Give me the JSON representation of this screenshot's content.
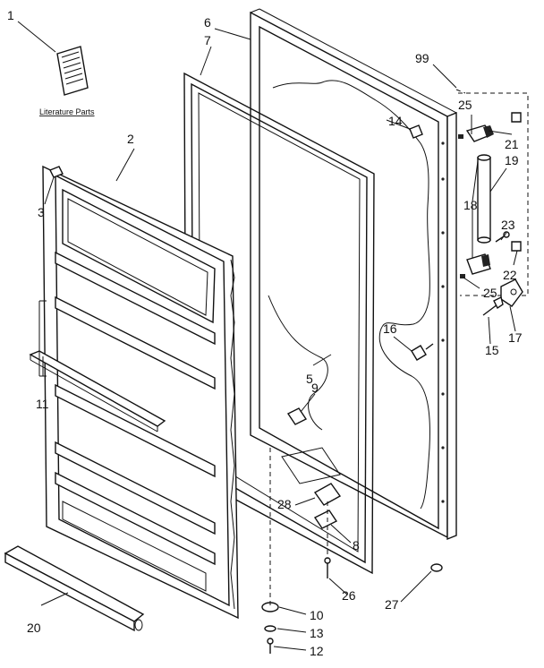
{
  "diagram": {
    "literature_label": "Literature Parts",
    "callouts": [
      {
        "id": "c1",
        "text": "1"
      },
      {
        "id": "c2",
        "text": "2"
      },
      {
        "id": "c3",
        "text": "3"
      },
      {
        "id": "c5",
        "text": "5"
      },
      {
        "id": "c6",
        "text": "6"
      },
      {
        "id": "c7",
        "text": "7"
      },
      {
        "id": "c8",
        "text": "8"
      },
      {
        "id": "c9",
        "text": "9"
      },
      {
        "id": "c10",
        "text": "10"
      },
      {
        "id": "c11",
        "text": "11"
      },
      {
        "id": "c12",
        "text": "12"
      },
      {
        "id": "c13",
        "text": "13"
      },
      {
        "id": "c14",
        "text": "14"
      },
      {
        "id": "c15",
        "text": "15"
      },
      {
        "id": "c16",
        "text": "16"
      },
      {
        "id": "c17",
        "text": "17"
      },
      {
        "id": "c18",
        "text": "18"
      },
      {
        "id": "c19",
        "text": "19"
      },
      {
        "id": "c20",
        "text": "20"
      },
      {
        "id": "c21",
        "text": "21"
      },
      {
        "id": "c22",
        "text": "22"
      },
      {
        "id": "c23",
        "text": "23"
      },
      {
        "id": "c25a",
        "text": "25"
      },
      {
        "id": "c25b",
        "text": "25"
      },
      {
        "id": "c26",
        "text": "26"
      },
      {
        "id": "c27",
        "text": "27"
      },
      {
        "id": "c28",
        "text": "28"
      },
      {
        "id": "c99",
        "text": "99"
      }
    ]
  }
}
